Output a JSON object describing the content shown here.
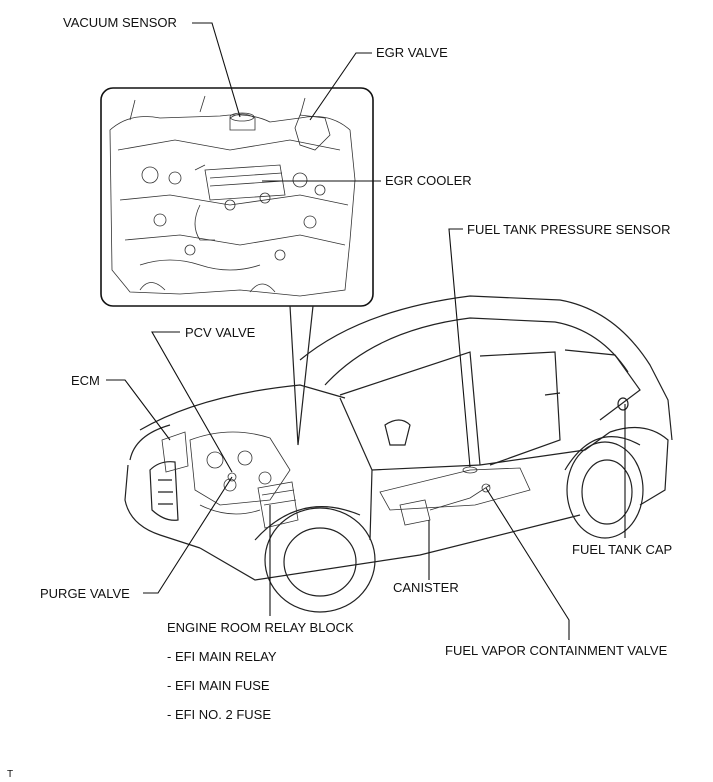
{
  "labels": {
    "vacuum_sensor": "VACUUM SENSOR",
    "egr_valve": "EGR VALVE",
    "egr_cooler": "EGR COOLER",
    "fuel_tank_pressure_sensor": "FUEL TANK PRESSURE SENSOR",
    "pcv_valve": "PCV VALVE",
    "ecm": "ECM",
    "fuel_tank_cap": "FUEL TANK CAP",
    "canister": "CANISTER",
    "purge_valve": "PURGE VALVE",
    "engine_room_relay_block": "ENGINE ROOM RELAY BLOCK",
    "efi_main_relay": "- EFI MAIN RELAY",
    "efi_main_fuse": "- EFI MAIN FUSE",
    "efi_no2_fuse": "- EFI NO. 2 FUSE",
    "fuel_vapor_containment_valve": "FUEL VAPOR CONTAINMENT VALVE"
  },
  "corner_mark": "T"
}
